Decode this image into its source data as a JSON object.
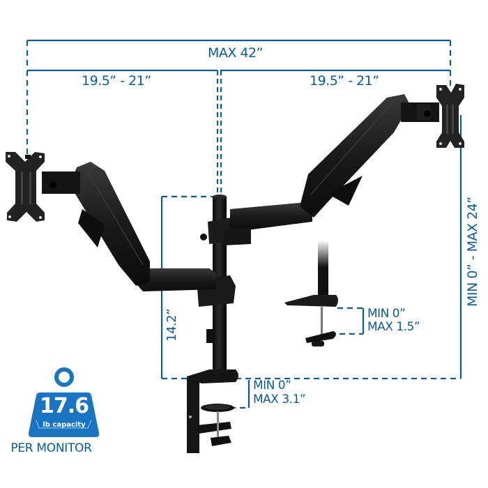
{
  "diagram": {
    "subject": "Dual monitor arm desk mount with gas spring arms",
    "colors": {
      "dimension_blue": "#0b5a99",
      "badge_blue": "#1a74c4",
      "product_black": "#1b1b1b",
      "background": "#ffffff"
    },
    "dimensions": {
      "total_width": "MAX 42”",
      "left_arm_reach": "19.5” - 21”",
      "right_arm_reach": "19.5” - 21”",
      "pole_height": "14.2”",
      "vertical_range": "MIN 0” - MAX 24”",
      "clamp": {
        "min": "MIN 0”",
        "max": "MAX 3.1”"
      },
      "grommet": {
        "min": "MIN 0”",
        "max": "MAX 1.5”"
      }
    },
    "capacity_badge": {
      "icon": "weight-icon",
      "value": "17.6",
      "unit": "lb capacity",
      "caption": "PER MONITOR"
    }
  }
}
